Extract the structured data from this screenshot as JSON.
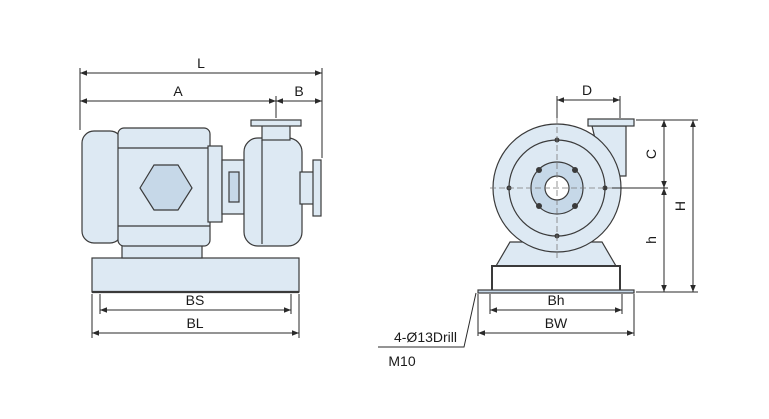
{
  "labels": {
    "L": "L",
    "A": "A",
    "B": "B",
    "BS": "BS",
    "BL": "BL",
    "D": "D",
    "C": "C",
    "H": "H",
    "h": "h",
    "Bh": "Bh",
    "BW": "BW",
    "drill": "4-Ø13Drill",
    "bolt": "M10"
  },
  "colors": {
    "body_fill": "#dde9f3",
    "body_fill_dark": "#c6d8e8",
    "outline": "#3a3a3a",
    "dim_line": "#2a2a2a",
    "text": "#1a1a1a"
  }
}
